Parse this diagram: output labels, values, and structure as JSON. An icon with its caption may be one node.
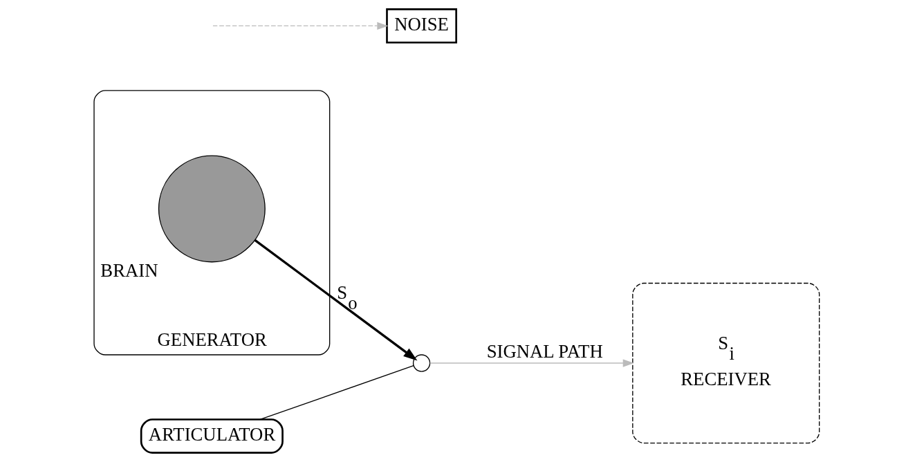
{
  "diagram": {
    "nodes": [
      {
        "text": [
          "GENERATOR"
        ]
      },
      {
        "text": [],
        "shape": "circle",
        "in": 0,
        "beside": [
          "BRAIN"
        ]
      },
      {
        "text": [],
        "shape": "circle"
      },
      {
        "text": [
          "ARTICULATOR"
        ]
      },
      {
        "text": [
          "S$_{i}$",
          "RECEIVER"
        ]
      },
      {
        "text": [
          "NOISE"
        ]
      }
    ],
    "edges": [
      {
        "from": 1,
        "to": 2,
        "arrow": "to",
        "label": "S$_{o}$",
        "style": "thick"
      },
      {
        "from": 2,
        "to": 4,
        "arrow": "to",
        "label": "SIGNAL PATH",
        "color": "#bbbbbb"
      },
      {
        "from": 3,
        "to": 2,
        "arrow": "none"
      },
      {
        "from": null,
        "to": 5,
        "arrow": "to",
        "style": "dashed",
        "color": "#bbbbbb"
      }
    ]
  }
}
